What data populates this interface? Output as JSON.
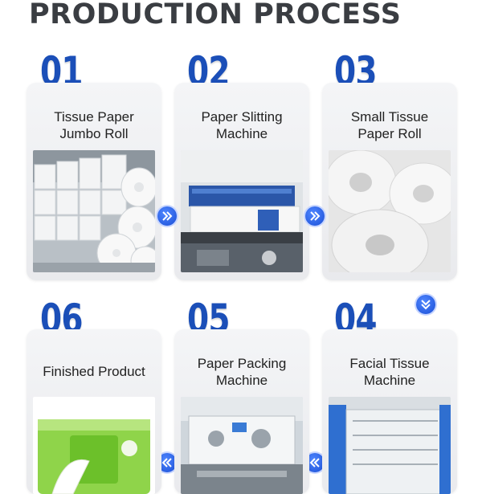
{
  "title": "PRODUCTION PROCESS",
  "steps": [
    {
      "number": "01",
      "label_line1": "Tissue Paper",
      "label_line2": "Jumbo Roll"
    },
    {
      "number": "02",
      "label_line1": "Paper Slitting",
      "label_line2": "Machine"
    },
    {
      "number": "03",
      "label_line1": "Small Tissue",
      "label_line2": "Paper Roll"
    },
    {
      "number": "04",
      "label_line1": "Facial Tissue",
      "label_line2": "Machine"
    },
    {
      "number": "05",
      "label_line1": "Paper Packing",
      "label_line2": "Machine"
    },
    {
      "number": "06",
      "label_line1": "Finished Product",
      "label_line2": ""
    }
  ],
  "colors": {
    "accent": "#1b4fb8",
    "card": "#f0f1f3",
    "title": "#3a3d42"
  },
  "icons": {
    "next": "double-chevron-right-icon",
    "down": "double-chevron-down-icon",
    "prev": "double-chevron-left-icon"
  }
}
